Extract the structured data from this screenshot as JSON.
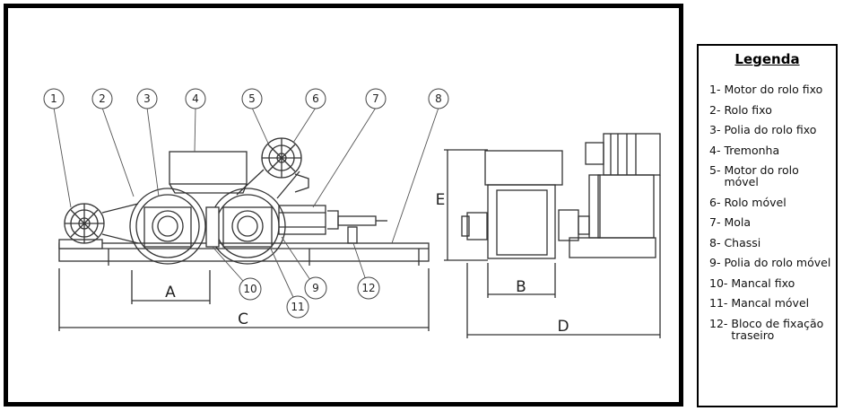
{
  "callouts": [
    "1",
    "2",
    "3",
    "4",
    "5",
    "6",
    "7",
    "8",
    "9",
    "10",
    "11",
    "12"
  ],
  "dimensions": {
    "A": "A",
    "B": "B",
    "C": "C",
    "D": "D",
    "E": "E"
  },
  "legend": {
    "title": "Legenda",
    "items": [
      {
        "num": "1- ",
        "text": "Motor do rolo fixo"
      },
      {
        "num": "2- ",
        "text": "Rolo fixo"
      },
      {
        "num": "3- ",
        "text": "Polia do rolo fixo"
      },
      {
        "num": "4- ",
        "text": "Tremonha"
      },
      {
        "num": "5- ",
        "text": "Motor do rolo móvel"
      },
      {
        "num": "6- ",
        "text": "Rolo móvel"
      },
      {
        "num": "7- ",
        "text": "Mola"
      },
      {
        "num": "8- ",
        "text": "Chassi"
      },
      {
        "num": "9- ",
        "text": "Polia do rolo móvel"
      },
      {
        "num": "10- ",
        "text": "Mancal fixo"
      },
      {
        "num": "11- ",
        "text": "Mancal móvel"
      },
      {
        "num": "12- ",
        "text": "Bloco de fixação traseiro"
      }
    ]
  }
}
